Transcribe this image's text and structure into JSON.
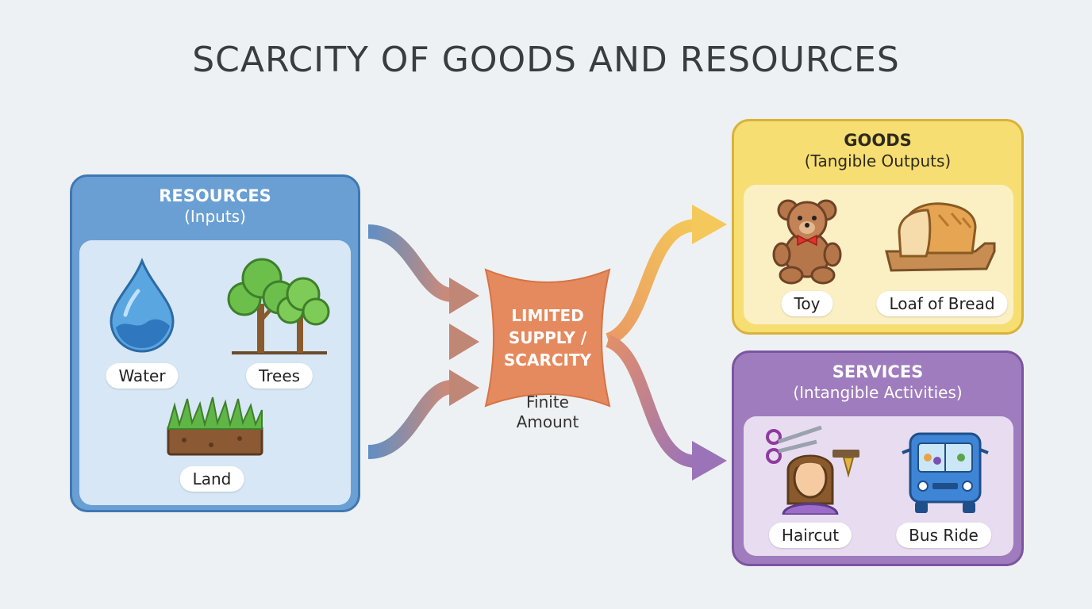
{
  "title": "SCARCITY OF GOODS AND RESOURCES",
  "resources": {
    "heading": "RESOURCES",
    "subheading": "(Inputs)",
    "items": [
      {
        "label": "Water",
        "icon": "water-drop-icon"
      },
      {
        "label": "Trees",
        "icon": "trees-icon"
      },
      {
        "label": "Land",
        "icon": "land-icon"
      }
    ]
  },
  "scarcity": {
    "line1": "LIMITED",
    "line2": "SUPPLY /",
    "line3": "SCARCITY",
    "note_line1": "Finite",
    "note_line2": "Amount"
  },
  "goods": {
    "heading": "GOODS",
    "subheading": "(Tangible Outputs)",
    "items": [
      {
        "label": "Toy",
        "icon": "teddy-bear-icon"
      },
      {
        "label": "Loaf of Bread",
        "icon": "bread-icon"
      }
    ]
  },
  "services": {
    "heading": "SERVICES",
    "subheading": "(Intangible Activities)",
    "items": [
      {
        "label": "Haircut",
        "icon": "haircut-icon"
      },
      {
        "label": "Bus Ride",
        "icon": "bus-icon"
      }
    ]
  },
  "colors": {
    "resources": "#6a9fd3",
    "goods": "#f6de72",
    "services": "#9f7cbd",
    "scarcity": "#e58a5f"
  }
}
